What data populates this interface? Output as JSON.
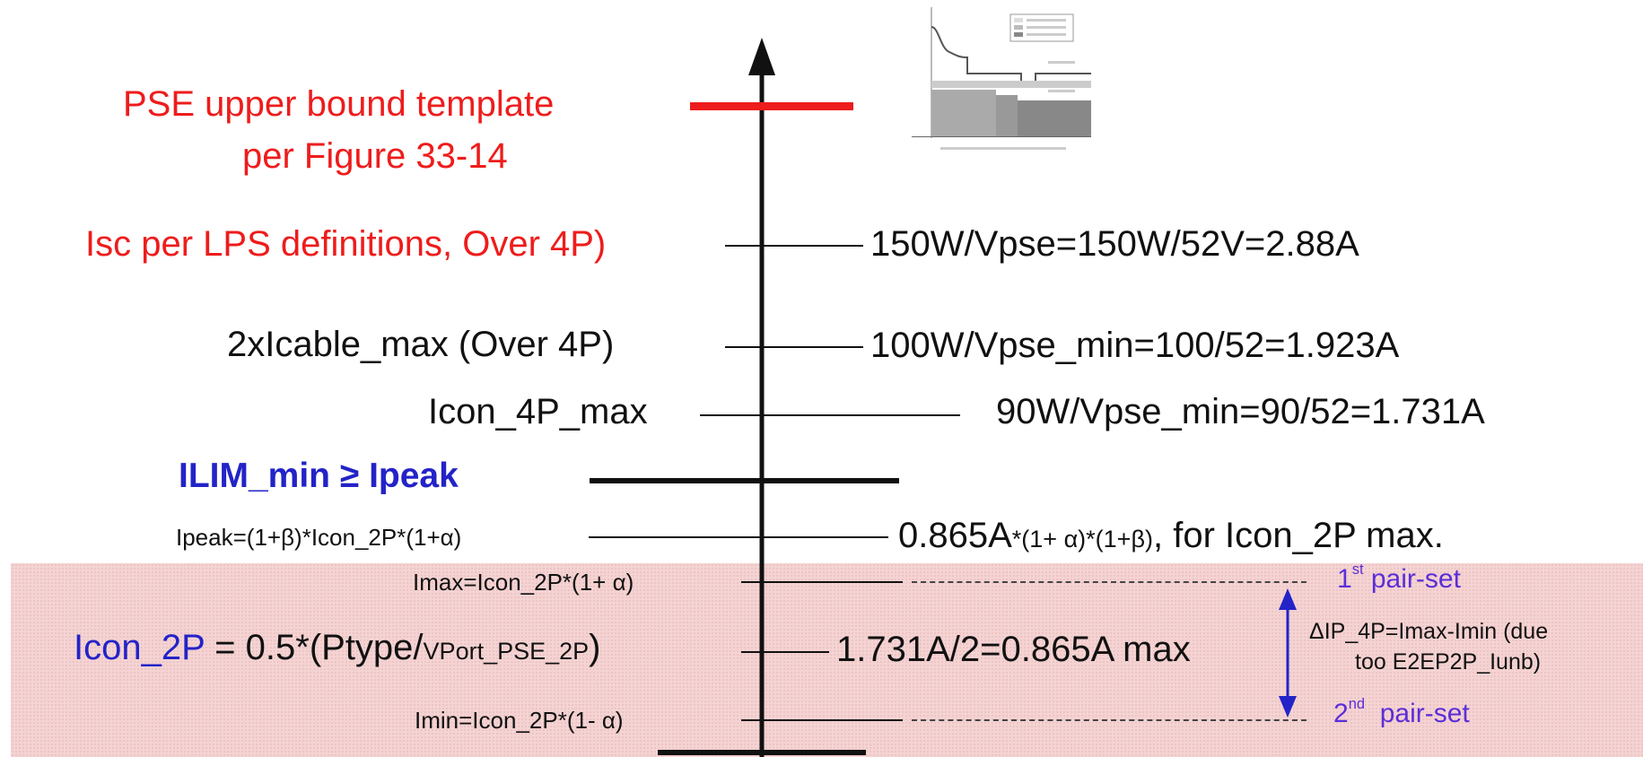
{
  "left_labels": {
    "pse_template_1": "PSE upper bound template",
    "pse_template_2": "per Figure 33-14",
    "isc_lps": "Isc per LPS definitions, Over 4P)",
    "icable_max": "2xIcable_max (Over 4P)",
    "icon_4p_max": "Icon_4P_max",
    "ilim_min": "ILIM_min ≥ Ipeak",
    "ipeak": "Ipeak=(1+β)*Icon_2P*(1+α)",
    "imax": "Imax=Icon_2P*(1+ α)",
    "icon_2p_a": "Icon_2P",
    "icon_2p_b": " = 0.5*(Ptype/",
    "icon_2p_c": "VPort_PSE_2P",
    "icon_2p_d": ")",
    "imin": "Imin=Icon_2P*(1- α)"
  },
  "right_labels": {
    "isc_value": "150W/Vpse=150W/52V=2.88A",
    "icable_value": "100W/Vpse_min=100/52=1.923A",
    "icon_4p_value": "90W/Vpse_min=90/52=1.731A",
    "ipeak_value_a": "0.865A",
    "ipeak_value_b": "*(1+ α)*(1+β)",
    "ipeak_value_c": ", for Icon_2P max.",
    "icon_2p_value": "1.731A/2=0.865A max"
  },
  "pair_sets": {
    "first_num": "1",
    "first_sup": "st",
    "first_label": " pair-set",
    "second_num": "2",
    "second_sup": "nd",
    "second_label": "  pair-set",
    "delta_line1": "ΔIP_4P=Imax-Imin (due",
    "delta_line2": "too E2EP2P_Iunb)"
  },
  "colors": {
    "red": "#ee1c1c",
    "blue": "#2323c8",
    "purple": "#5b2ed8",
    "shade": "#f5d3d3"
  }
}
